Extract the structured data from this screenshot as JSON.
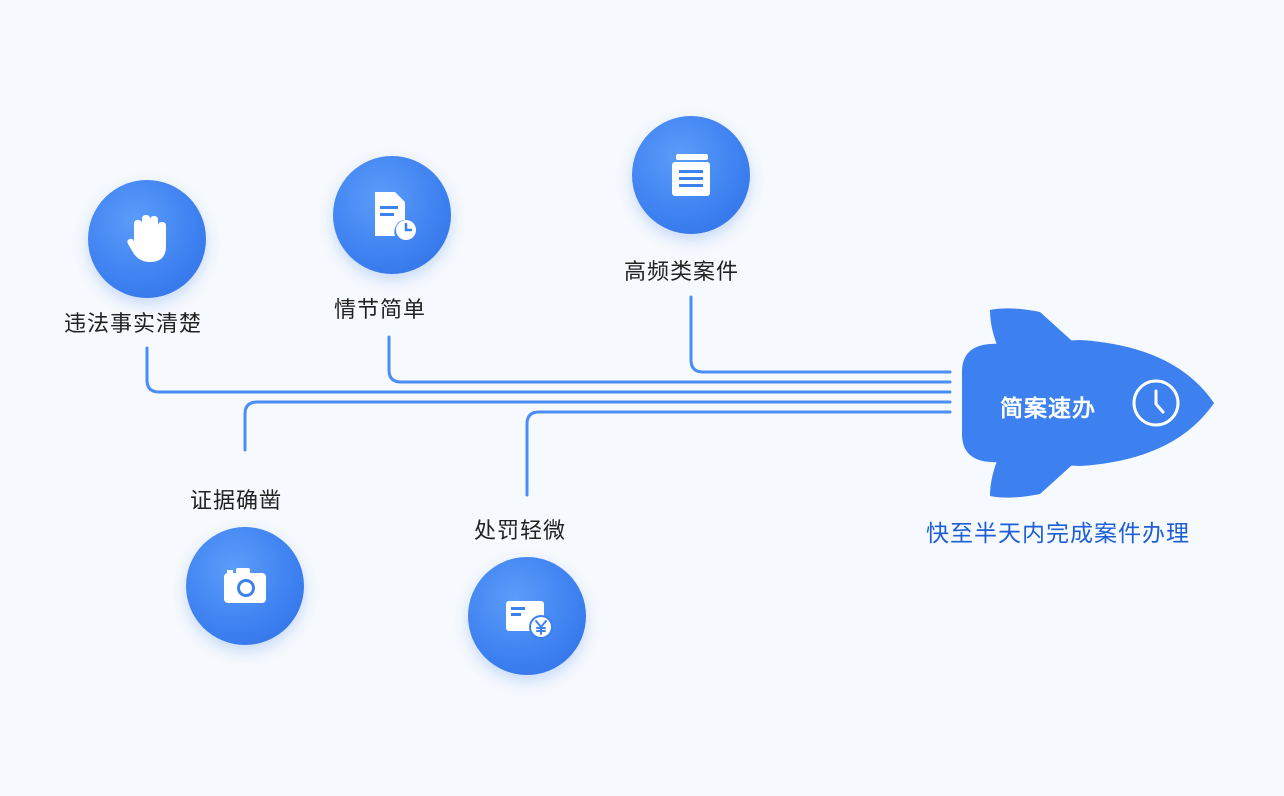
{
  "features": [
    {
      "label": "违法事实清楚",
      "icon": "hand-icon"
    },
    {
      "label": "情节简单",
      "icon": "document-clock-icon"
    },
    {
      "label": "高频类案件",
      "icon": "stacked-documents-icon"
    },
    {
      "label": "证据确凿",
      "icon": "camera-icon"
    },
    {
      "label": "处罚轻微",
      "icon": "payment-yen-icon"
    }
  ],
  "rocket": {
    "title": "简案速办",
    "icon": "clock-icon",
    "caption": "快至半天内完成案件办理"
  },
  "colors": {
    "accent": "#3d80f0",
    "line": "#4a8ef5",
    "caption": "#1f5fd6",
    "background": "#f6f9fd"
  }
}
